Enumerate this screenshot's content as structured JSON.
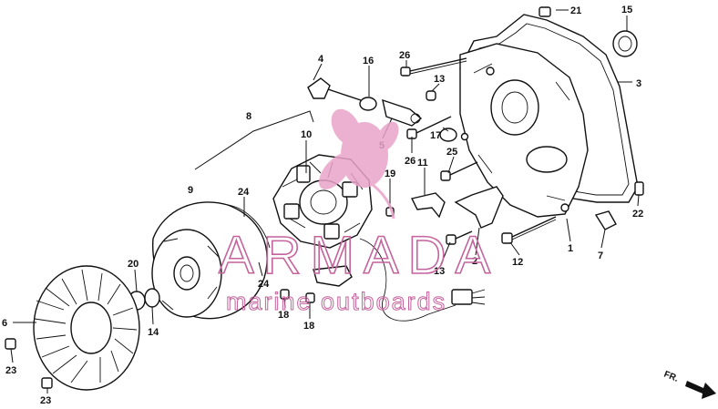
{
  "watermark": {
    "brand": "ARMADA",
    "tagline": "marine outboards",
    "logo_color": "#e9a3c9",
    "text_color": "#c4639c"
  },
  "direction_label": "FR.",
  "callouts": [
    {
      "id": "c21",
      "label": "21"
    },
    {
      "id": "c15",
      "label": "15"
    },
    {
      "id": "c3",
      "label": "3"
    },
    {
      "id": "c26a",
      "label": "26"
    },
    {
      "id": "c13a",
      "label": "13"
    },
    {
      "id": "c4",
      "label": "4"
    },
    {
      "id": "c16",
      "label": "16"
    },
    {
      "id": "c8",
      "label": "8"
    },
    {
      "id": "c10",
      "label": "10"
    },
    {
      "id": "c5",
      "label": "5"
    },
    {
      "id": "c17",
      "label": "17"
    },
    {
      "id": "c26b",
      "label": "26"
    },
    {
      "id": "c25",
      "label": "25"
    },
    {
      "id": "c11",
      "label": "11"
    },
    {
      "id": "c19",
      "label": "19"
    },
    {
      "id": "c9",
      "label": "9"
    },
    {
      "id": "c24a",
      "label": "24"
    },
    {
      "id": "c22",
      "label": "22"
    },
    {
      "id": "c1",
      "label": "1"
    },
    {
      "id": "c7",
      "label": "7"
    },
    {
      "id": "c12",
      "label": "12"
    },
    {
      "id": "c2",
      "label": "2"
    },
    {
      "id": "c13b",
      "label": "13"
    },
    {
      "id": "c20",
      "label": "20"
    },
    {
      "id": "c24b",
      "label": "24"
    },
    {
      "id": "c14",
      "label": "14"
    },
    {
      "id": "c18a",
      "label": "18"
    },
    {
      "id": "c18b",
      "label": "18"
    },
    {
      "id": "c6",
      "label": "6"
    },
    {
      "id": "c23a",
      "label": "23"
    },
    {
      "id": "c23b",
      "label": "23"
    }
  ]
}
